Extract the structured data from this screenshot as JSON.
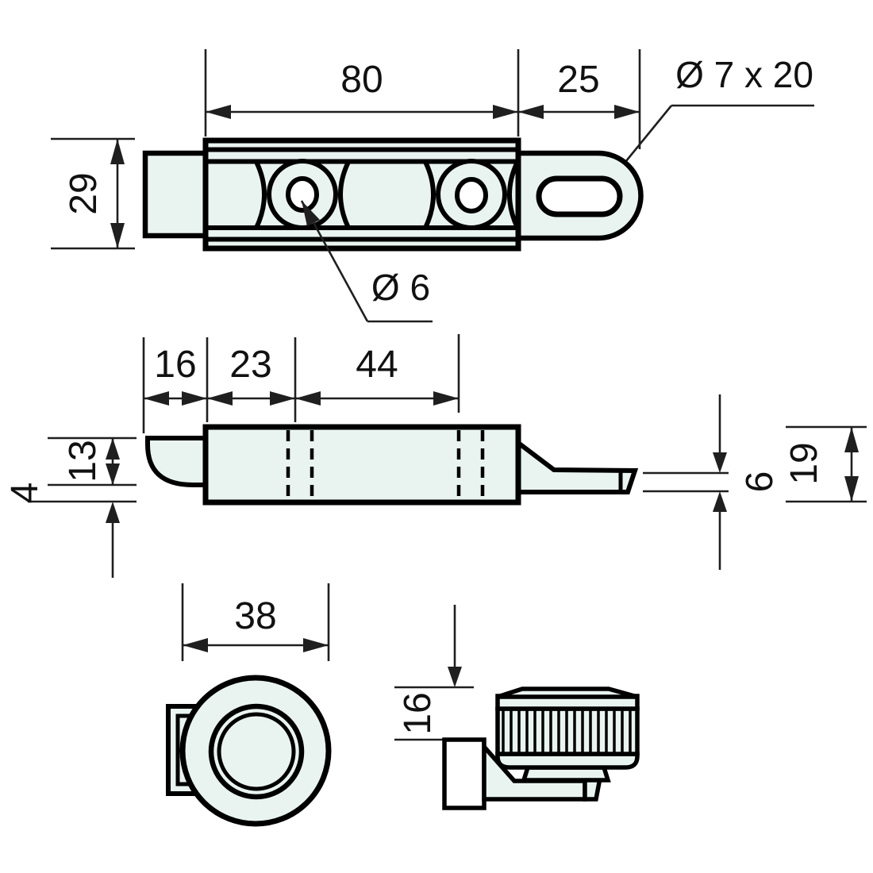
{
  "drawing": {
    "kind": "dimensioned technical drawing",
    "subject": "surface bolt latch with knurled knob",
    "colors": {
      "background": "#ffffff",
      "part_fill": "#e9f4f0",
      "line": "#000000",
      "dim_line": "#1f1f1f"
    },
    "views": {
      "top_view": {
        "dim_plate_length": "80",
        "dim_tab_length": "25",
        "dim_slot": "Ø 7 x 20",
        "dim_plate_width": "29",
        "dim_hole": "Ø 6"
      },
      "side_view": {
        "dim_nose": "16",
        "dim_offset": "23",
        "dim_hole_span": "44",
        "dim_nose_height": "13",
        "dim_plate_thickness": "4",
        "dim_rod_thickness": "6",
        "dim_body_height": "19"
      },
      "front_view": {
        "dim_knob_diameter": "38"
      },
      "knob_side_view": {
        "dim_projection": "16"
      }
    }
  }
}
